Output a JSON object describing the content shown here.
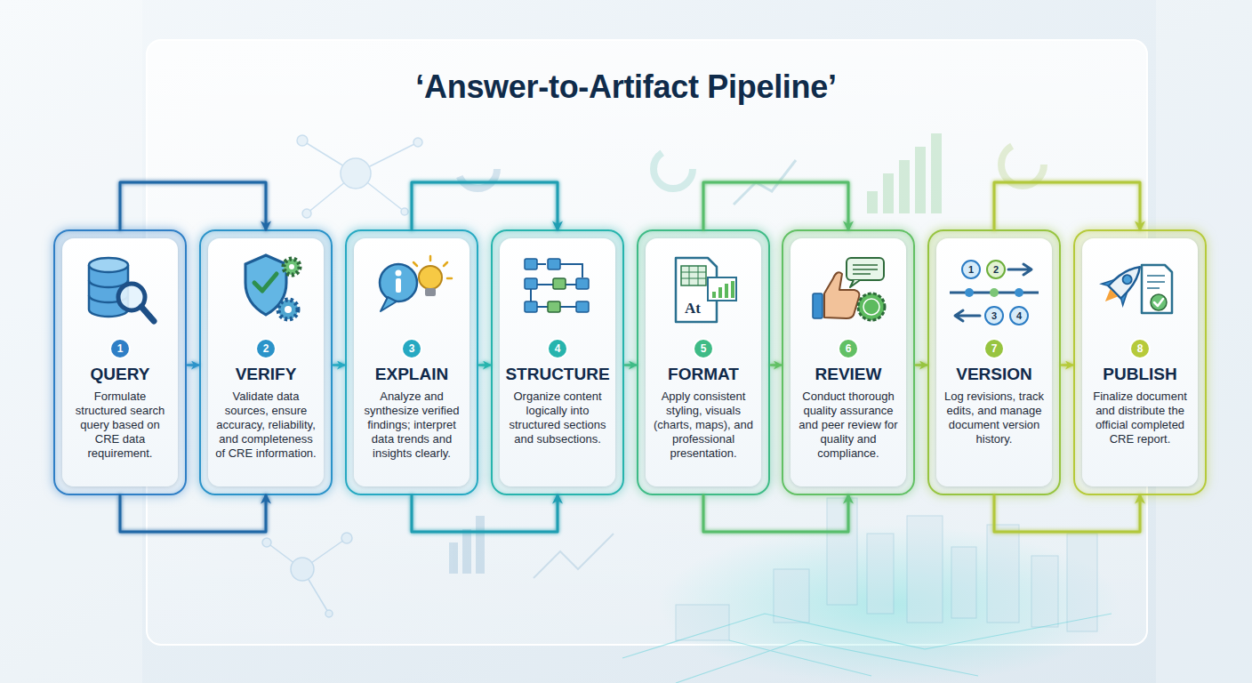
{
  "diagram": {
    "title": "‘Answer-to-Artifact Pipeline’",
    "nodes": [
      {
        "text": [
          "QUERY",
          "Formulate structured search query based on CRE data requirement."
        ]
      },
      {
        "text": [
          "1"
        ],
        "in": 0
      },
      {
        "text": [
          "VERIFY",
          "Validate data sources, ensure accuracy, reliability, and completeness of CRE information."
        ]
      },
      {
        "text": [
          "2"
        ],
        "in": 2
      },
      {
        "text": [
          "EXPLAIN",
          "Analyze and synthesize verified findings; interpret data trends and insights clearly."
        ]
      },
      {
        "text": [
          "3"
        ],
        "in": 4
      },
      {
        "text": [
          "STRUCTURE",
          "Organize content logically into structured sections and subsections."
        ]
      },
      {
        "text": [
          "4"
        ],
        "in": 6
      },
      {
        "text": [
          "FORMAT",
          "Apply consistent styling, visuals (charts, maps), and professional presentation."
        ]
      },
      {
        "text": [
          "5"
        ],
        "in": 8
      },
      {
        "text": [
          "REVIEW",
          "Conduct thorough quality assurance and peer review for quality and compliance."
        ]
      },
      {
        "text": [
          "6"
        ],
        "in": 10
      },
      {
        "text": [
          "VERSION",
          "Log revisions, track edits, and manage document version history."
        ]
      },
      {
        "text": [
          "7"
        ],
        "in": 12
      },
      {
        "text": [
          "PUBLISH",
          "Finalize document and distribute the official completed CRE report."
        ]
      },
      {
        "text": [
          "8"
        ],
        "in": 14
      }
    ],
    "edges": [
      {
        "from": 0,
        "to": 2,
        "arrow": "to"
      },
      {
        "from": 2,
        "to": 4,
        "arrow": "to"
      },
      {
        "from": 4,
        "to": 6,
        "arrow": "to"
      },
      {
        "from": 6,
        "to": 8,
        "arrow": "to"
      },
      {
        "from": 8,
        "to": 10,
        "arrow": "to"
      },
      {
        "from": 10,
        "to": 12,
        "arrow": "to"
      },
      {
        "from": 12,
        "to": 14,
        "arrow": "to"
      },
      {
        "from": 0,
        "to": 2,
        "arrow": "to"
      },
      {
        "from": 0,
        "to": 2,
        "arrow": "to"
      },
      {
        "from": 4,
        "to": 6,
        "arrow": "to"
      },
      {
        "from": 4,
        "to": 6,
        "arrow": "to"
      },
      {
        "from": 8,
        "to": 10,
        "arrow": "to"
      },
      {
        "from": 8,
        "to": 10,
        "arrow": "to"
      },
      {
        "from": 12,
        "to": 14,
        "arrow": "to"
      },
      {
        "from": 12,
        "to": 14,
        "arrow": "to"
      }
    ],
    "labels": [
      "At",
      "1",
      "2",
      "3",
      "4"
    ]
  }
}
